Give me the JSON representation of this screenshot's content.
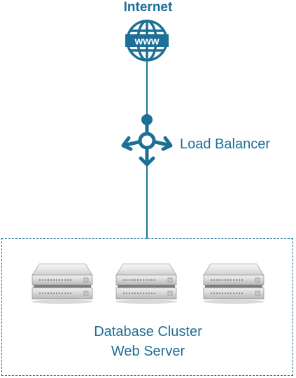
{
  "colors": {
    "accent": "#1c6f96",
    "server_light": "#efefef",
    "server_dark": "#8f8f8f"
  },
  "internet": {
    "label": "Internet",
    "icon": "globe-www-icon",
    "icon_text": "www"
  },
  "load_balancer": {
    "label": "Load Balancer",
    "icon": "load-balancer-icon"
  },
  "cluster": {
    "lines": [
      "Database Cluster",
      "Web Server"
    ],
    "servers": [
      {
        "icon": "server-icon"
      },
      {
        "icon": "server-icon"
      },
      {
        "icon": "server-icon"
      }
    ]
  }
}
